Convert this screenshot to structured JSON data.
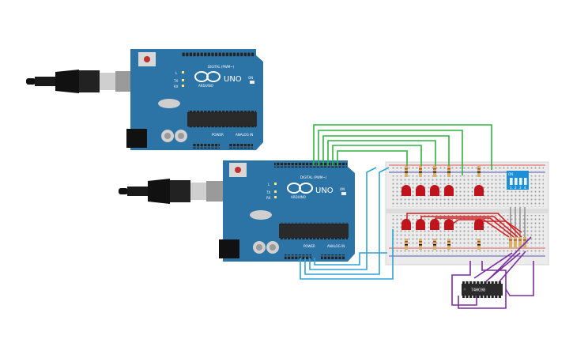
{
  "board_top": {
    "model": "UNO",
    "brand": "ARDUINO",
    "digital_label": "DIGITAL (PWM~)",
    "power_label": "POWER",
    "analog_label": "ANALOG IN",
    "led_labels": [
      "L",
      "TX",
      "RX"
    ],
    "on_label": "ON"
  },
  "board_bottom": {
    "model": "UNO",
    "brand": "ARDUINO",
    "digital_label": "DIGITAL (PWM~)",
    "power_label": "POWER",
    "analog_label": "ANALOG IN",
    "led_labels": [
      "L",
      "TX",
      "RX"
    ],
    "on_label": "ON"
  },
  "chip": {
    "label": "74HC08"
  },
  "dip_switch": {
    "label": "ON",
    "numbers": [
      "1",
      "2",
      "3",
      "4"
    ]
  },
  "colors": {
    "board": "#2c73a6",
    "wire_green": "#2fb33f",
    "wire_blue": "#2ea3d6",
    "wire_red": "#d41f1f",
    "wire_purple": "#7a2da1",
    "led_red": "#c0141c",
    "breadboard": "#ececec",
    "dip": "#1d8fd6"
  }
}
